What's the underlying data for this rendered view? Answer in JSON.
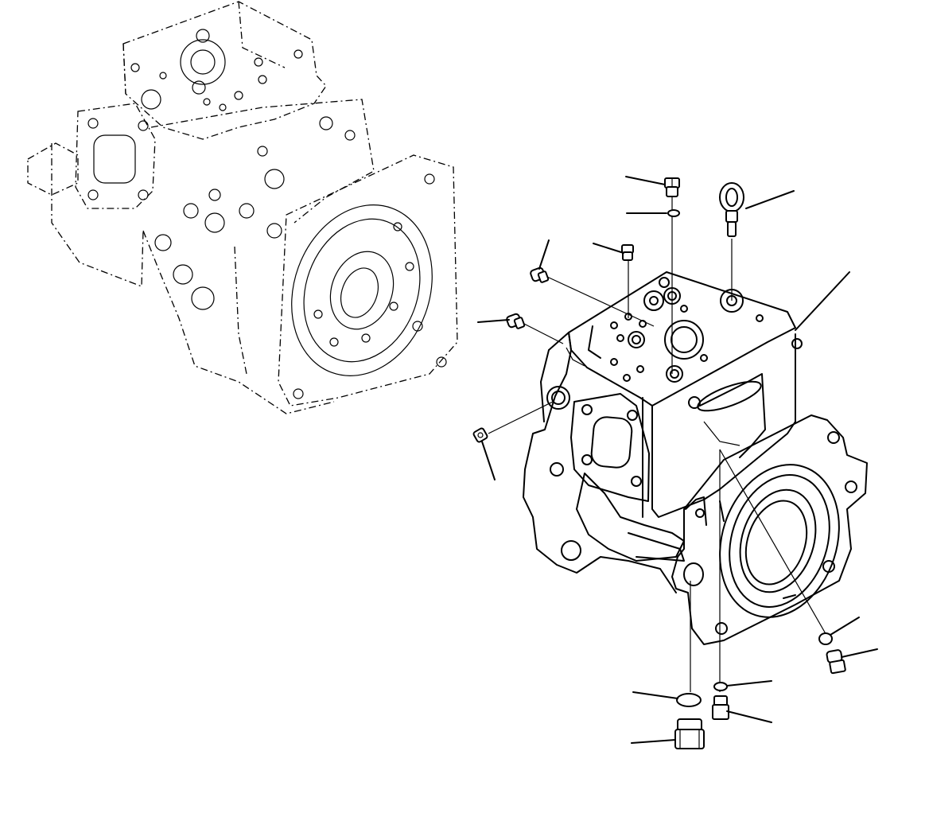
{
  "diagram": {
    "kind": "exploded parts illustration",
    "line_color": "#000000",
    "background": "#ffffff",
    "callouts": [
      {
        "id": "plug-top-left"
      },
      {
        "id": "o-ring-top"
      },
      {
        "id": "eye-bolt"
      },
      {
        "id": "housing"
      },
      {
        "id": "small-plug-top"
      },
      {
        "id": "plug-left-upper"
      },
      {
        "id": "plug-left-middle"
      },
      {
        "id": "plug-left-lower"
      },
      {
        "id": "plug-right-small"
      },
      {
        "id": "plug-right-large"
      },
      {
        "id": "o-ring-bottom-right"
      },
      {
        "id": "plug-bottom-right"
      },
      {
        "id": "o-ring-bottom-left"
      },
      {
        "id": "plug-bottom-left"
      }
    ]
  }
}
